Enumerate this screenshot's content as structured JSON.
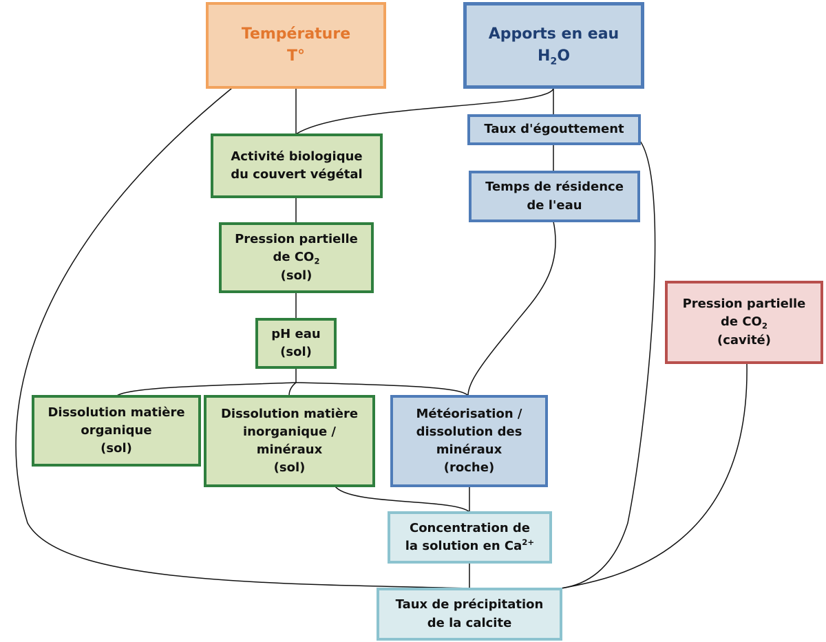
{
  "nodes": {
    "temperature": {
      "line1": "Température",
      "line2": "T°"
    },
    "water_input": {
      "line1": "Apports en eau",
      "line2_base": "H",
      "line2_sub": "2",
      "line2_tail": "O"
    },
    "drip_rate": {
      "line1": "Taux d'égouttement"
    },
    "residence_time": {
      "line1": "Temps de résidence",
      "line2": "de l'eau"
    },
    "bio_activity": {
      "line1": "Activité biologique",
      "line2": "du couvert végétal"
    },
    "pco2_soil": {
      "line1": "Pression partielle",
      "line2_base": "de CO",
      "line2_sub": "2",
      "line3": "(sol)"
    },
    "ph_water": {
      "line1": "pH eau",
      "line2": "(sol)"
    },
    "org_dissolution": {
      "line1": "Dissolution matière",
      "line2": "organique",
      "line3": "(sol)"
    },
    "inorg_dissolution": {
      "line1": "Dissolution matière",
      "line2": "inorganique /",
      "line3": "minéraux",
      "line4": "(sol)"
    },
    "weathering": {
      "line1": "Météorisation /",
      "line2": "dissolution des",
      "line3": "minéraux",
      "line4": "(roche)"
    },
    "pco2_cavity": {
      "line1": "Pression partielle",
      "line2_base": "de CO",
      "line2_sub": "2",
      "line3": "(cavité)"
    },
    "ca_concentration": {
      "line1": "Concentration de",
      "line2_base": "la solution en Ca",
      "line2_sup": "2+"
    },
    "calcite_rate": {
      "line1": "Taux de précipitation",
      "line2": "de la calcite"
    }
  },
  "colors": {
    "green_fill": "#d7e4bd",
    "green_border": "#2f7f3e",
    "blue_fill": "#c5d6e6",
    "blue_border": "#4f7cb8",
    "cyan_fill": "#daebee",
    "cyan_border": "#8cc3cf",
    "orange_fill": "#f6d2b0",
    "orange_border": "#f2a35e",
    "orange_text": "#e3772e",
    "red_fill": "#f3d7d6",
    "red_border": "#b8504d",
    "title_blue_text": "#1f3f73"
  }
}
